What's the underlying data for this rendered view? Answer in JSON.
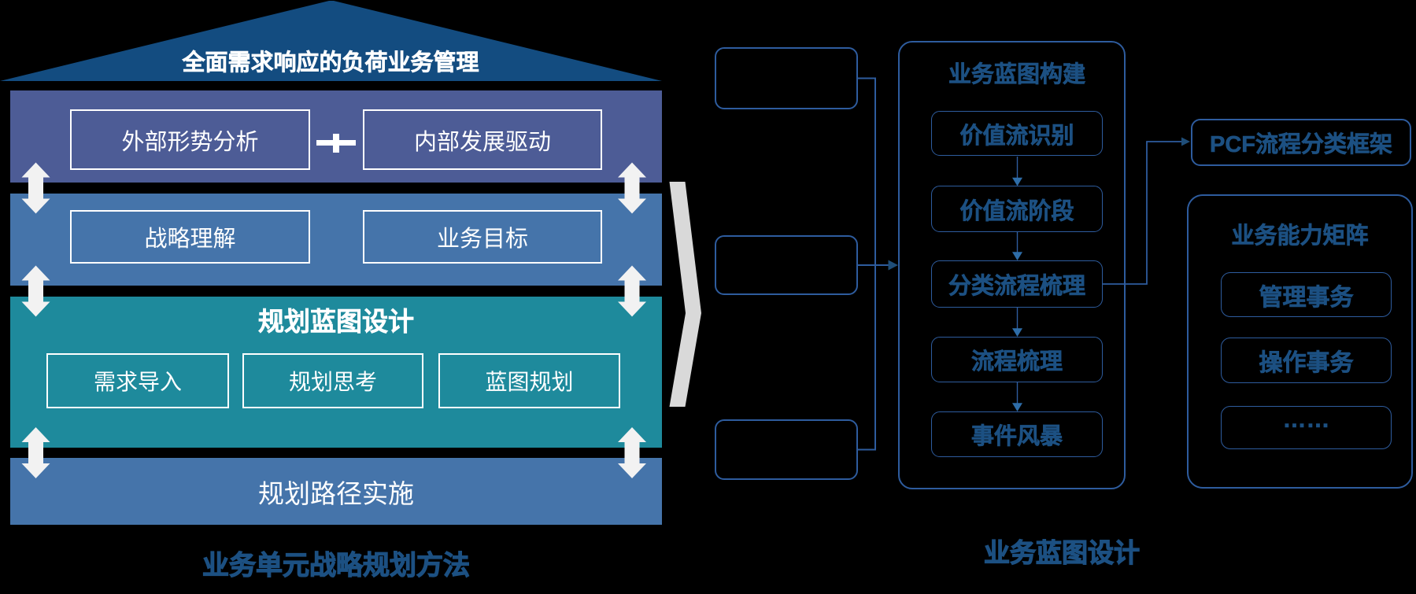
{
  "colors": {
    "background": "#000000",
    "roof_blue": "#134C80",
    "band1_slate_blue": "#4D5C96",
    "band2_steel_blue": "#4574AA",
    "band3_teal": "#1E8A9C",
    "band4_steel_blue": "#4574AA",
    "arrow_white": "#F2F2F2",
    "brace_gray": "#D9D9D9",
    "outline_blue": "#2E5C9E",
    "dark_text_blue": "#1C5082"
  },
  "left_diagram": {
    "roof_title": "全面需求响应的负荷业务管理",
    "analysis_row": {
      "external_box": "外部形势分析",
      "plus_icon": "plus",
      "internal_box": "内部发展驱动"
    },
    "strategy_row": {
      "strategy_box": "战略理解",
      "goal_box": "业务目标"
    },
    "blueprint_band": {
      "title": "规划蓝图设计",
      "boxes": [
        "需求导入",
        "规划思考",
        "蓝图规划"
      ]
    },
    "implementation_band": {
      "label": "规划路径实施"
    },
    "caption": "业务单元战略规划方法"
  },
  "right_diagram": {
    "container_title": "业务蓝图构建",
    "flow_steps": [
      "价值流识别",
      "价值流阶段",
      "分类流程梳理",
      "流程梳理",
      "事件风暴"
    ],
    "pcf_box_label": "PCF流程分类框架",
    "capability_matrix": {
      "title": "业务能力矩阵",
      "items": [
        "管理事务",
        "操作事务",
        "……"
      ]
    },
    "caption": "业务蓝图设计"
  }
}
